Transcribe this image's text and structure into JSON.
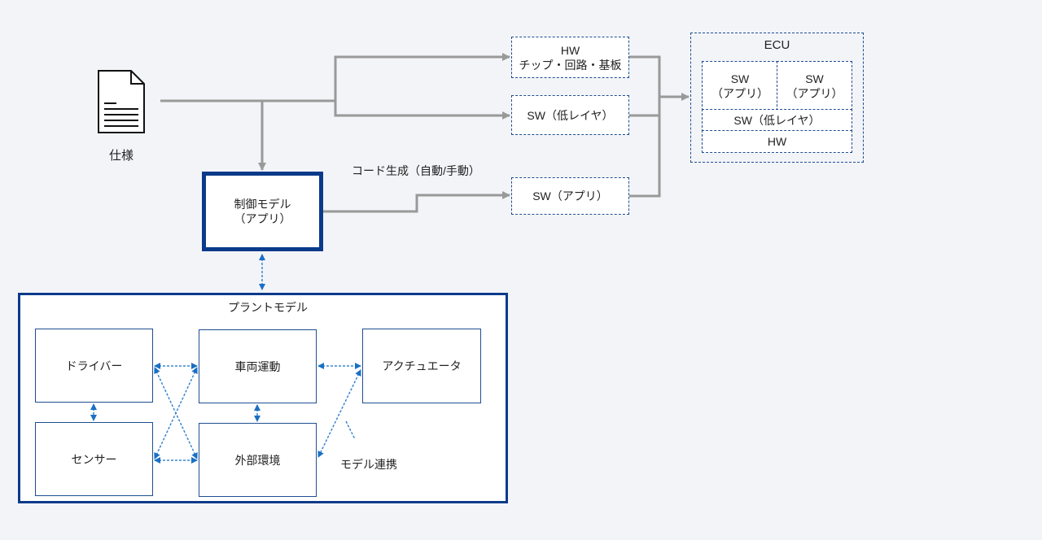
{
  "spec": {
    "icon": "document-icon",
    "label": "仕様"
  },
  "hw_box": {
    "line1": "HW",
    "line2": "チップ・回路・基板"
  },
  "sw_low_box": {
    "label": "SW（低レイヤ）"
  },
  "sw_app_box": {
    "label": "SW（アプリ）"
  },
  "code_gen_label": "コード生成（自動/手動）",
  "control_model": {
    "line1": "制御モデル",
    "line2": "（アプリ）"
  },
  "ecu": {
    "title": "ECU",
    "app1": {
      "line1": "SW",
      "line2": "（アプリ）"
    },
    "app2": {
      "line1": "SW",
      "line2": "（アプリ）"
    },
    "low_layer": "SW（低レイヤ）",
    "hw": "HW"
  },
  "plant_model": {
    "title": "プラントモデル",
    "blocks": {
      "driver": "ドライバー",
      "vehicle": "車両運動",
      "actuator": "アクチュエータ",
      "sensor": "センサー",
      "environment": "外部環境"
    },
    "link_label": "モデル連携"
  },
  "colors": {
    "flow_arrow": "#999999",
    "link_arrow": "#1a6fc4",
    "border": "#0b3a8a"
  }
}
